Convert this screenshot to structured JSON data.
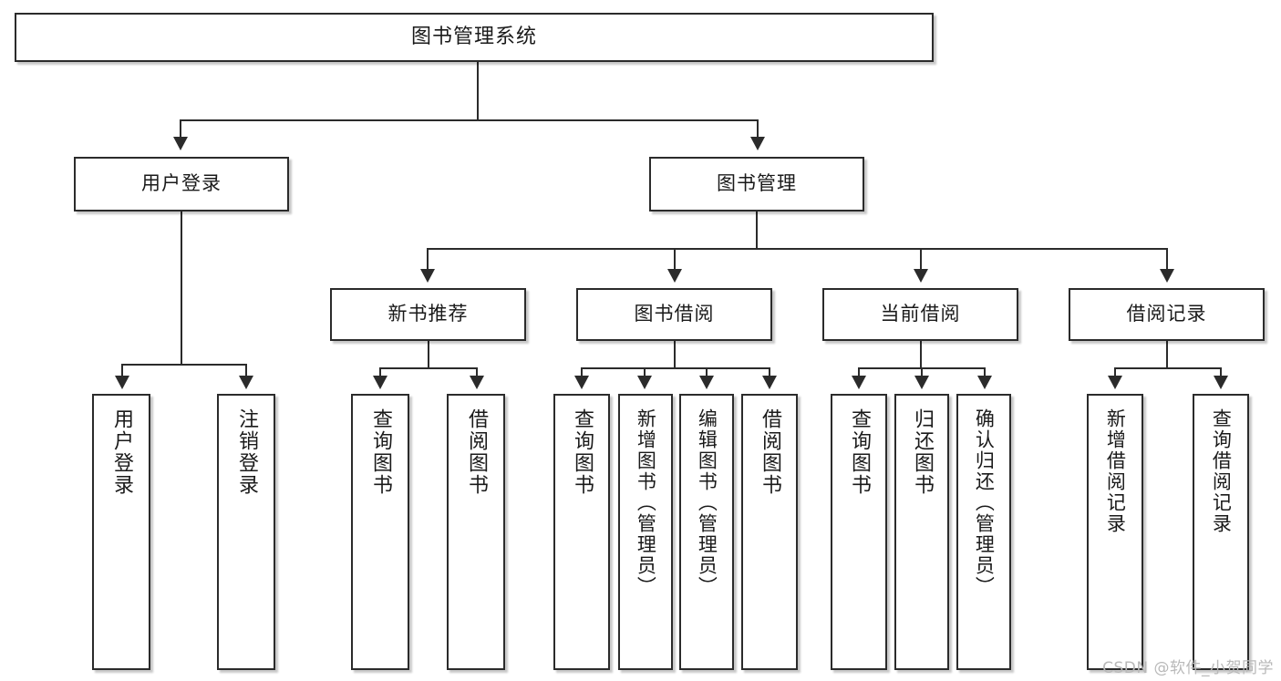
{
  "diagram": {
    "title": "图书管理系统",
    "type": "tree",
    "root": {
      "label": "图书管理系统"
    },
    "level1": [
      {
        "label": "用户登录"
      },
      {
        "label": "图书管理"
      }
    ],
    "level2": [
      {
        "label": "新书推荐"
      },
      {
        "label": "图书借阅"
      },
      {
        "label": "当前借阅"
      },
      {
        "label": "借阅记录"
      }
    ],
    "leaves": {
      "user_login": [
        {
          "label": "用户登录"
        },
        {
          "label": "注销登录"
        }
      ],
      "new_book_recommend": [
        {
          "label": "查询图书"
        },
        {
          "label": "借阅图书"
        }
      ],
      "book_borrow": [
        {
          "label": "查询图书"
        },
        {
          "label": "新增图书（管理员）"
        },
        {
          "label": "编辑图书（管理员）"
        },
        {
          "label": "借阅图书"
        }
      ],
      "current_borrow": [
        {
          "label": "查询图书"
        },
        {
          "label": "归还图书"
        },
        {
          "label": "确认归还（管理员）"
        }
      ],
      "borrow_record": [
        {
          "label": "新增借阅记录"
        },
        {
          "label": "查询借阅记录"
        }
      ]
    }
  },
  "watermark": {
    "text": "CSDN @软件_小贺同学"
  },
  "colors": {
    "box_border": "#2b2b2b",
    "box_fill": "#ffffff",
    "text": "#1a1a1a",
    "connector": "#2b2b2b",
    "watermark": "#b9b9b9",
    "background": "#ffffff"
  }
}
